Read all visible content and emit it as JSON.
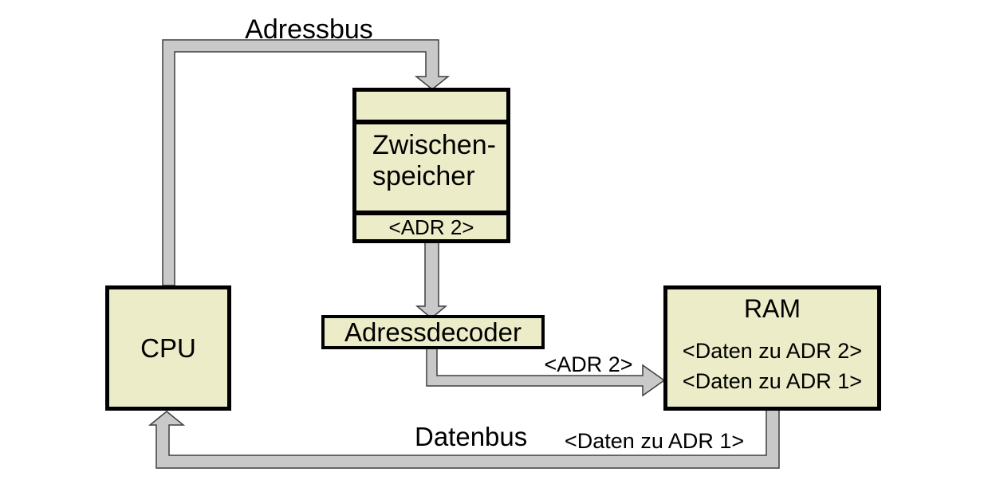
{
  "colors": {
    "background": "#ffffff",
    "box_fill": "#ececc8",
    "box_border": "#000000",
    "bus_fill": "#c9c9c9",
    "bus_outline": "#3f3f3f",
    "text": "#000000"
  },
  "buses": {
    "adressbus": {
      "label": "Adressbus"
    },
    "datenbus": {
      "label": "Datenbus",
      "payload": "<Daten zu ADR 1>"
    },
    "decoder_to_ram": {
      "payload": "<ADR 2>"
    }
  },
  "nodes": {
    "cpu": {
      "label": "CPU"
    },
    "zwischenspeicher": {
      "name_line1": "Zwischen-",
      "name_line2": "speicher",
      "stored_value": "<ADR 2>"
    },
    "adressdecoder": {
      "label": "Adressdecoder"
    },
    "ram": {
      "title": "RAM",
      "contents": [
        "<Daten zu ADR 2>",
        "<Daten zu ADR 1>"
      ]
    }
  }
}
